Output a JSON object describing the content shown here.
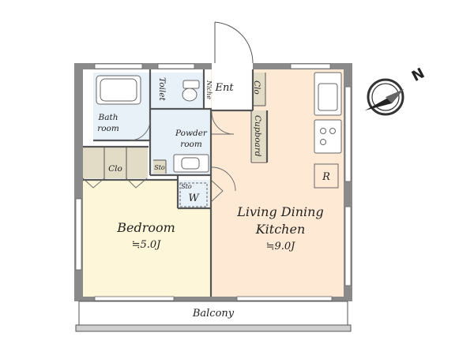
{
  "rooms": {
    "bath": {
      "label_line1": "Bath",
      "label_line2": "room"
    },
    "toilet": {
      "label": "Toilet"
    },
    "niche": {
      "label": "Niche"
    },
    "entrance": {
      "label": "Ent"
    },
    "entrance_closet": {
      "label": "Clo"
    },
    "powder": {
      "label_line1": "Powder",
      "label_line2": "room"
    },
    "cupboard": {
      "label": "Cupboard"
    },
    "bedroom_closet": {
      "label": "Clo"
    },
    "storage_small": {
      "label": "Sto"
    },
    "storage_washer": {
      "label": "Sto",
      "washer": "W"
    },
    "fridge": {
      "label": "R"
    },
    "bedroom": {
      "label": "Bedroom",
      "area": "≒5.0J"
    },
    "ldk": {
      "label_line1": "Living Dining",
      "label_line2": "Kitchen",
      "area": "≒9.0J"
    },
    "balcony": {
      "label": "Balcony"
    }
  },
  "compass": {
    "label": "N"
  },
  "colors": {
    "wall": "#8a8a8a",
    "bedroom_floor": "#fdf6d8",
    "ldk_floor": "#fde9d4",
    "wet_floor": "#e8f0f8",
    "closet_floor": "#e2dcc6",
    "line": "#555555"
  }
}
